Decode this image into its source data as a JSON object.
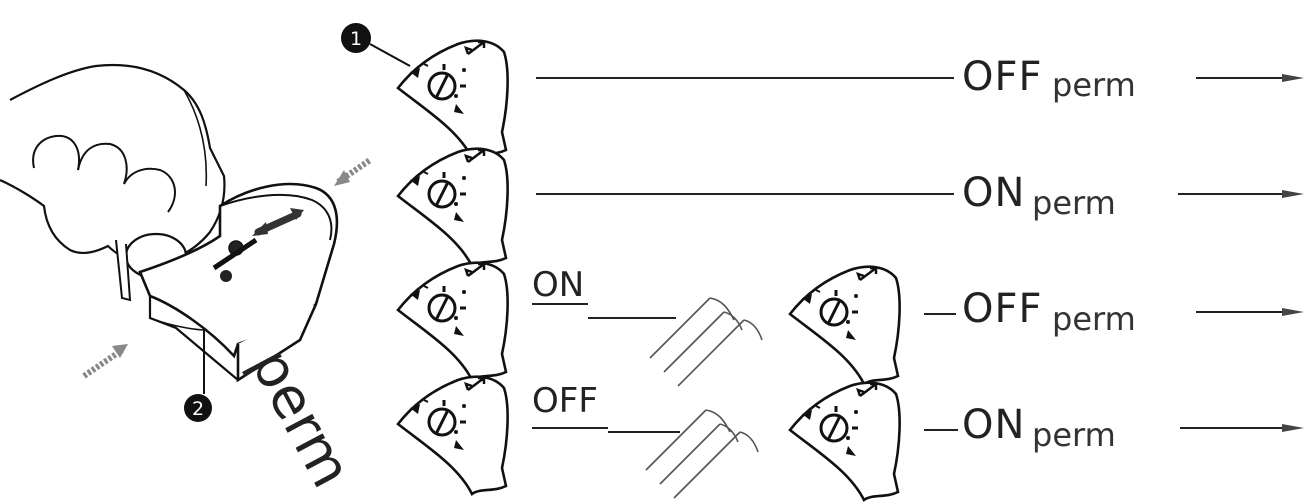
{
  "callouts": {
    "one": "1",
    "two": "2"
  },
  "device_label": "perm",
  "rows": [
    {
      "result": "OFF",
      "suffix": "perm"
    },
    {
      "result": "ON",
      "suffix": "perm"
    },
    {
      "initial": "ON",
      "result": "OFF",
      "suffix": "perm"
    },
    {
      "initial": "OFF",
      "result": "ON",
      "suffix": "perm"
    }
  ]
}
